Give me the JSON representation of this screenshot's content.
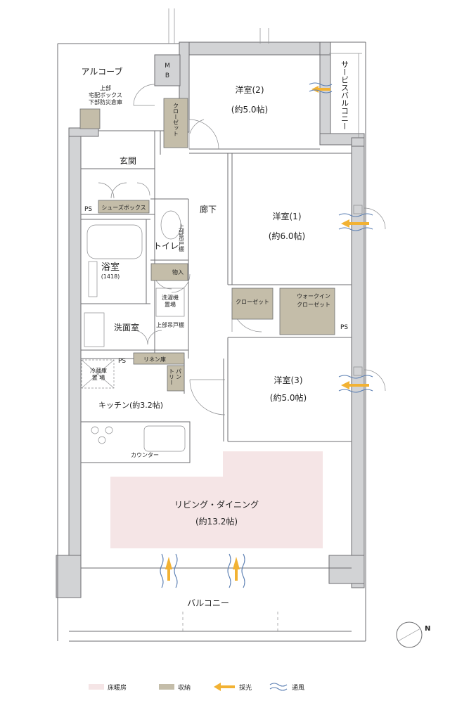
{
  "rooms": {
    "alcove": "アルコーブ",
    "mb_m": "M",
    "mb_b": "B",
    "delivery_1": "上部",
    "delivery_2": "宅配ボックス",
    "delivery_3": "下部防災倉庫",
    "service_balcony": "サービスバルコニー",
    "western2_name": "洋室(2)",
    "western2_size": "(約5.0帖)",
    "closet_w2": "クローゼット",
    "entrance": "玄関",
    "shoe_box": "シューズボックス",
    "ps_left": "PS",
    "hallway": "廊下",
    "toilet": "トイレ",
    "toilet_upper_1": "上部吊戸棚",
    "western1_name": "洋室(1)",
    "western1_size": "(約6.0帖)",
    "bath_name": "浴室",
    "bath_size": "(1418)",
    "storage_small": "物入",
    "washer_1": "洗濯機",
    "washer_2": "置場",
    "closet_w1": "クローゼット",
    "walkin_1": "ウォークイン",
    "walkin_2": "クローゼット",
    "ps_right": "PS",
    "washroom": "洗面室",
    "wash_upper": "上部吊戸棚",
    "ps_kitchen": "PS",
    "linen": "リネン庫",
    "fridge_1": "冷蔵庫",
    "fridge_2": "置 場",
    "pantry_1": "パン",
    "pantry_2": "トリー",
    "kitchen": "キッチン(約3.2帖)",
    "western3_name": "洋室(3)",
    "western3_size": "(約5.0帖)",
    "counter": "カウンター",
    "living_name": "リビング・ダイニング",
    "living_size": "(約13.2帖)",
    "balcony": "バルコニー",
    "north": "N"
  },
  "legend": {
    "items": [
      {
        "label": "床暖房",
        "color": "#f5e5e6"
      },
      {
        "label": "収納",
        "color": "#c4bda9"
      },
      {
        "label": "採光",
        "color": "#f2b233"
      },
      {
        "label": "通風",
        "color": "#5b7fb3"
      }
    ]
  },
  "colors": {
    "floor_heating": "#f5e5e6",
    "storage": "#c4bda9",
    "daylight": "#f2b233",
    "ventilation": "#5b7fb3",
    "wall": "#d2d3d5"
  }
}
